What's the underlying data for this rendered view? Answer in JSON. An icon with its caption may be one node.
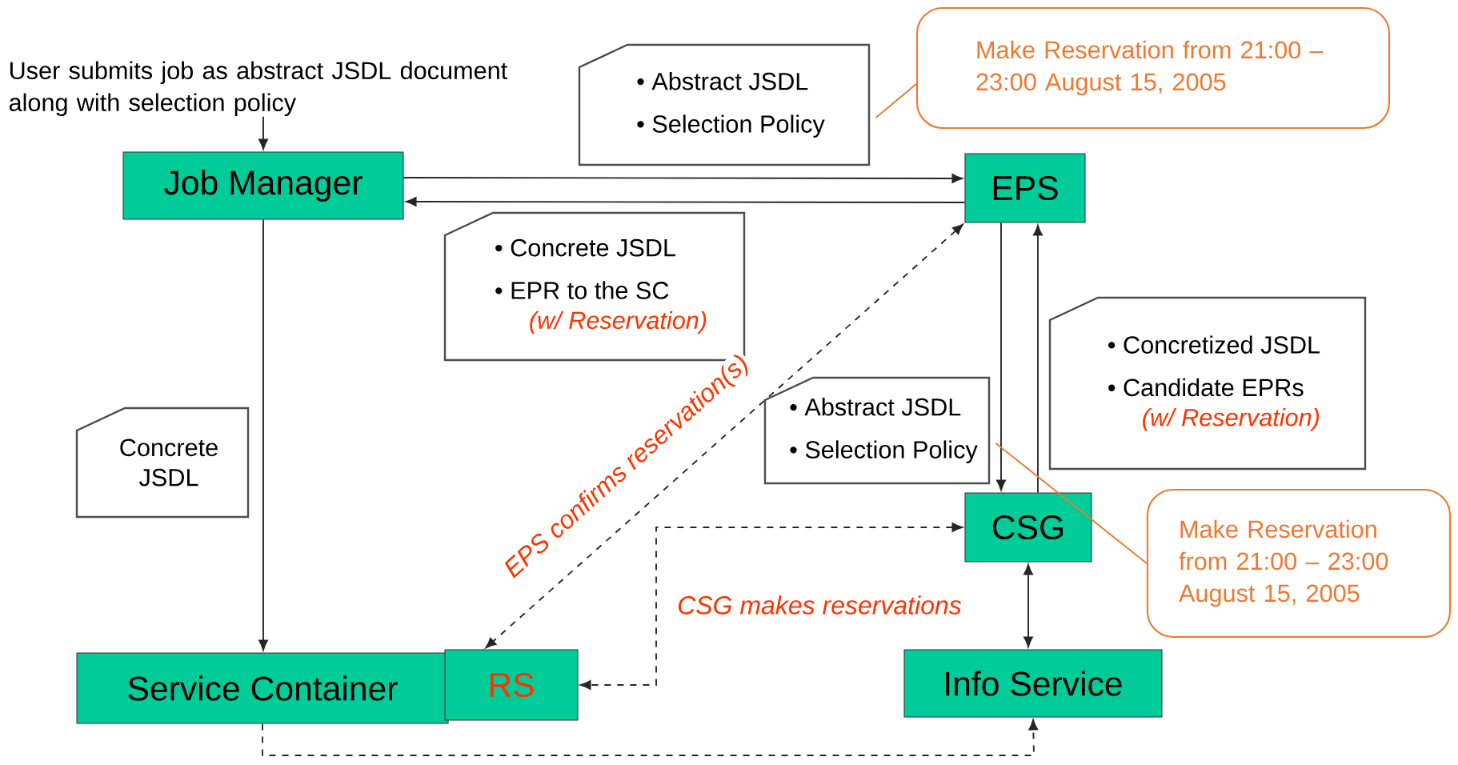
{
  "diagram": {
    "nodes": [
      {
        "text": [
          "User submits job as abstract JSDL document along with selection policy"
        ]
      },
      {
        "text": [
          "Job Manager"
        ]
      },
      {
        "text": [
          "EPS"
        ]
      },
      {
        "text": [
          "CSG"
        ]
      },
      {
        "text": [
          "Service Container"
        ]
      },
      {
        "text": [
          "RS"
        ]
      },
      {
        "text": [
          "Info Service"
        ]
      },
      {
        "text": [
          "• Abstract JSDL",
          "• Selection Policy"
        ]
      },
      {
        "text": [
          "• Concrete JSDL",
          "• EPR to the SC",
          "(w/ Reservation)"
        ]
      },
      {
        "text": [
          "• Concretized JSDL",
          "• Candidate EPRs",
          "(w/ Reservation)"
        ]
      },
      {
        "text": [
          "• Abstract JSDL",
          "• Selection Policy"
        ]
      },
      {
        "text": [
          "Concrete JSDL"
        ]
      },
      {
        "text": [
          "Make Reservation from 21:00 – 23:00  August 15, 2005"
        ]
      },
      {
        "text": [
          "Make Reservation from 21:00 – 23:00 August 15, 2005"
        ]
      }
    ],
    "edges": [
      {
        "from": 0,
        "to": 1,
        "arrow": "to"
      },
      {
        "from": 1,
        "to": 2,
        "arrow": "to"
      },
      {
        "from": 2,
        "to": 1,
        "arrow": "to"
      },
      {
        "from": 2,
        "to": 3,
        "arrow": "to"
      },
      {
        "from": 3,
        "to": 2,
        "arrow": "to"
      },
      {
        "from": 3,
        "to": 6,
        "arrow": "both"
      },
      {
        "from": 1,
        "to": 4,
        "arrow": "to"
      },
      {
        "from": 2,
        "to": 5,
        "arrow": "both",
        "style": "dashed",
        "label": "EPS confirms reservation(s)"
      },
      {
        "from": 3,
        "to": 5,
        "arrow": "both",
        "style": "dashed",
        "label": "CSG makes reservations"
      },
      {
        "from": 4,
        "to": 6,
        "arrow": "to",
        "style": "dashed"
      },
      {
        "from": 12,
        "to": 7,
        "arrow": "none",
        "color": "#f07830"
      },
      {
        "from": 13,
        "to": 10,
        "arrow": "none",
        "color": "#f07830"
      }
    ]
  }
}
